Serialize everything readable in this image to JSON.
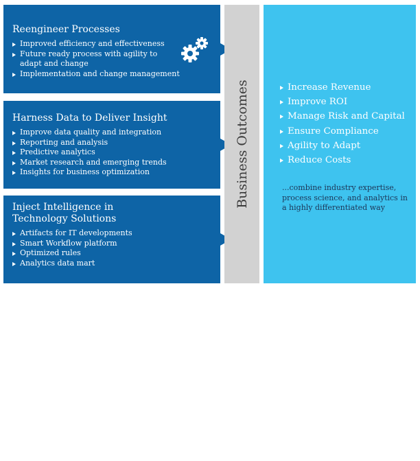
{
  "panels": [
    {
      "title": "Reengineer Processes",
      "items": [
        "Improved efficiency and effectiveness",
        "Future ready process with agility to adapt and change",
        "Implementation and change management"
      ],
      "icon": "gears-icon"
    },
    {
      "title": "Harness Data to Deliver Insight",
      "items": [
        "Improve data quality and integration",
        "Reporting and analysis",
        "Predictive analytics",
        "Market research and emerging trends",
        "Insights for business optimization"
      ],
      "icon": "trend-chart-icon"
    },
    {
      "title": "Inject Intelligence in Technology Solutions",
      "items": [
        "Artifacts for IT developments",
        "Smart Workflow platform",
        "Optimized rules",
        "Analytics data mart"
      ],
      "icon": "lightbulb-icon"
    }
  ],
  "band": {
    "label": "Business Outcomes"
  },
  "outcomes": {
    "items": [
      "Increase Revenue",
      "Improve ROI",
      "Manage Risk and Capital",
      "Ensure Compliance",
      "Agility to Adapt",
      "Reduce Costs"
    ],
    "tagline": "...combine industry expertise, process science, and analytics in a highly differentiated way"
  },
  "colors": {
    "panel": "#0e64a6",
    "band": "#d2d2d2",
    "outcomes": "#3ec3ef",
    "tagline": "#1d3557"
  }
}
